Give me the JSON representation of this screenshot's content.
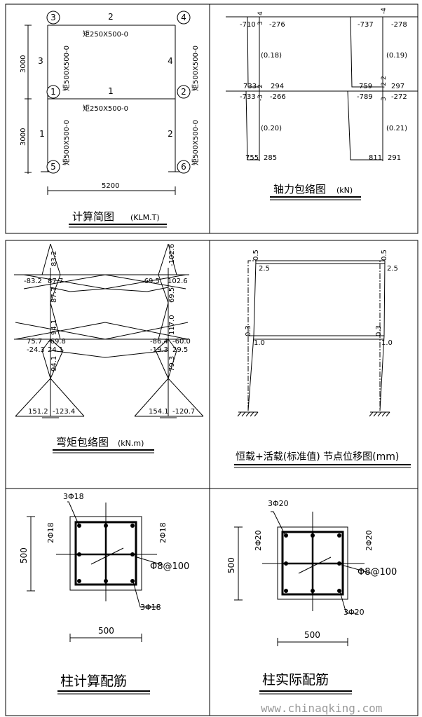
{
  "panel1": {
    "nodes": [
      "3",
      "4",
      "1",
      "2",
      "5",
      "6"
    ],
    "members": [
      "2",
      "1",
      "3",
      "4",
      "1",
      "2"
    ],
    "beam_top": "矩250X500-0",
    "beam_mid": "矩250X500-0",
    "col_labels": [
      "矩500X500-0",
      "矩500X500-0",
      "矩500X500-0",
      "矩500X500-0"
    ],
    "dims": {
      "upper": "3000",
      "lower": "3000",
      "span": "5200"
    },
    "caption": "计算简图",
    "unit": "(KLM.T)"
  },
  "panel2": {
    "left_top": [
      "-710",
      "-276"
    ],
    "right_top": [
      "-737",
      "-278"
    ],
    "left_mid_low": [
      "733",
      "294"
    ],
    "left_mid_high": [
      "-733",
      "-266"
    ],
    "right_mid_low": [
      "759",
      "297"
    ],
    "right_mid_high": [
      "-789",
      "-272"
    ],
    "left_bot": [
      "755",
      "285"
    ],
    "right_bot": [
      "811",
      "291"
    ],
    "paren": [
      "(0.18)",
      "(0.19)",
      "(0.20)",
      "(0.21)"
    ],
    "member_nums": [
      "3",
      "4",
      "2",
      "-3",
      "-2",
      "2",
      "3",
      "-4"
    ],
    "caption": "轴力包络图",
    "unit": "(kN)"
  },
  "panel3": {
    "labels": [
      "83.2",
      "-102.6",
      "-83.2",
      "87.7",
      "-69.5",
      "102.6",
      "87.7",
      "69.5",
      "75.7",
      "-69.8",
      "-86.4",
      "-60.0",
      "-24.3",
      "24.1",
      "-19.3",
      "29.5",
      "94.1",
      "117.0",
      "94.1",
      "79.3",
      "151.2",
      "-123.4",
      "154.1",
      "-120.7"
    ],
    "caption": "弯矩包络图",
    "unit": "(kN.m)"
  },
  "panel4": {
    "labels": [
      "0.5",
      "0.5",
      "2.5",
      "2.5",
      "0.3",
      "0.3",
      "1.0",
      "1.0"
    ],
    "caption": "恒载+活载(标准值) 节点位移图(mm)"
  },
  "panel5": {
    "top": "3Φ18",
    "left": "2Φ18",
    "right": "2Φ18",
    "stirrup": "Φ8@100",
    "bottom": "3Φ18",
    "dim_v": "500",
    "dim_h": "500",
    "caption": "柱计算配筋"
  },
  "panel6": {
    "top": "3Φ20",
    "left": "2Φ20",
    "right": "2Φ20",
    "stirrup": "Φ8@100",
    "bottom": "3Φ20",
    "dim_v": "500",
    "dim_h": "500",
    "caption": "柱实际配筋"
  },
  "watermark": "www.chinaqking.com"
}
